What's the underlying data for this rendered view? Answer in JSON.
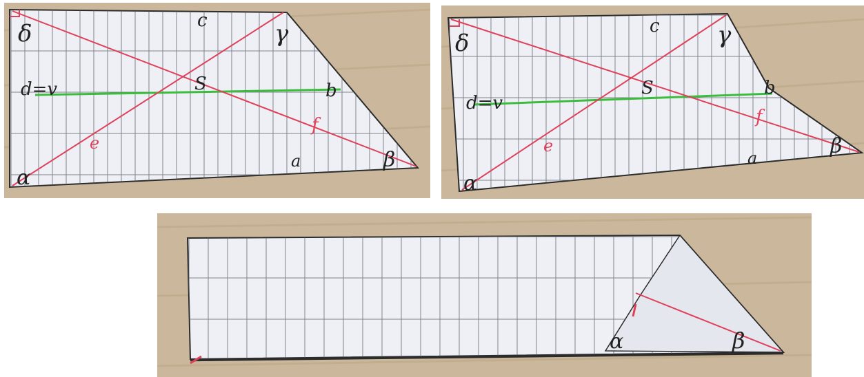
{
  "colors": {
    "wood": "#cbb89c",
    "paper": "#eef0f5",
    "grid": "#5b5f66",
    "edge": "#2b2b2b",
    "diagonal": "#e0405a",
    "midline": "#3cbc3c"
  },
  "photos": [
    {
      "labels": {
        "gamma": "γ",
        "c": "c",
        "delta_top": "δ",
        "d_eq_v": "d=v",
        "s": "S",
        "b": "b",
        "e": "e",
        "f": "f",
        "alpha": "α",
        "a": "a",
        "beta": "β"
      }
    },
    {
      "labels": {
        "gamma": "γ",
        "c": "c",
        "delta_top": "δ",
        "d_eq_v": "d=v",
        "s": "S",
        "b": "b",
        "e": "e",
        "f": "f",
        "alpha": "α",
        "a": "a",
        "beta": "β"
      }
    },
    {
      "labels": {
        "alpha": "α",
        "beta": "β"
      }
    }
  ]
}
